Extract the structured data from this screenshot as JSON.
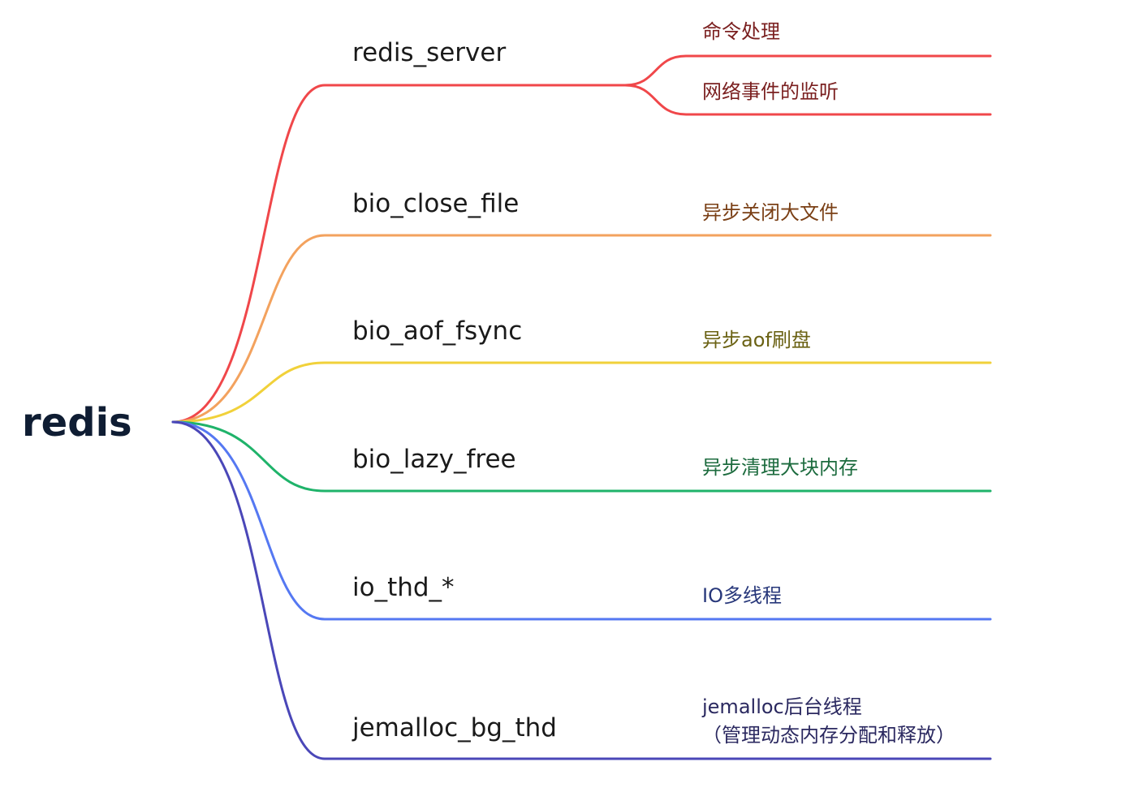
{
  "root": {
    "label": "redis",
    "color": "#0f1d33"
  },
  "label_color": "#1a1a1a",
  "branches": [
    {
      "id": "redis-server",
      "label": "redis_server",
      "color": "#f0474a",
      "children": [
        {
          "label": "命令处理",
          "color": "#7a1f1f"
        },
        {
          "label": "网络事件的监听",
          "color": "#7a1f1f"
        }
      ]
    },
    {
      "id": "bio-close-file",
      "label": "bio_close_file",
      "color": "#f3a25e",
      "children": [
        {
          "label": "异步关闭大文件",
          "color": "#7a3f15"
        }
      ]
    },
    {
      "id": "bio-aof-fsync",
      "label": "bio_aof_fsync",
      "color": "#f1d13a",
      "children": [
        {
          "label": "异步aof刷盘",
          "color": "#6b6214"
        }
      ]
    },
    {
      "id": "bio-lazy-free",
      "label": "bio_lazy_free",
      "color": "#1fb36a",
      "children": [
        {
          "label": "异步清理大块内存",
          "color": "#1c6b3e"
        }
      ]
    },
    {
      "id": "io-thd",
      "label": "io_thd_*",
      "color": "#5578f2",
      "children": [
        {
          "label": "IO多线程",
          "color": "#27377a"
        }
      ]
    },
    {
      "id": "jemalloc-bg-thd",
      "label": "jemalloc_bg_thd",
      "color": "#4a47b8",
      "children": [
        {
          "label": "jemalloc后台线程",
          "label2": "（管理动态内存分配和释放）",
          "color": "#2b2960"
        }
      ]
    }
  ]
}
